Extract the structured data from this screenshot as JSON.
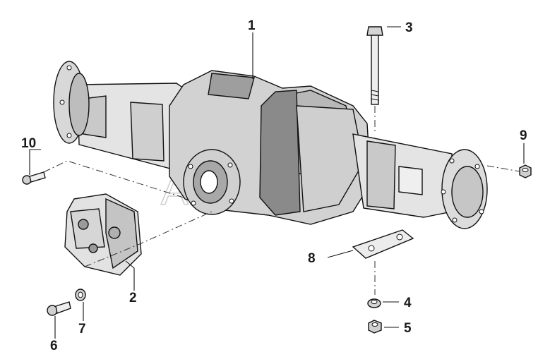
{
  "watermark": "AlfaSoft",
  "callouts": {
    "c1": "1",
    "c2": "2",
    "c3": "3",
    "c4": "4",
    "c5": "5",
    "c6": "6",
    "c7": "7",
    "c8": "8",
    "c9": "9",
    "c10": "10"
  },
  "colors": {
    "line": "#111111",
    "shade": "#bdbdbd",
    "light": "#e6e6e6",
    "dark": "#6a6a6a"
  }
}
